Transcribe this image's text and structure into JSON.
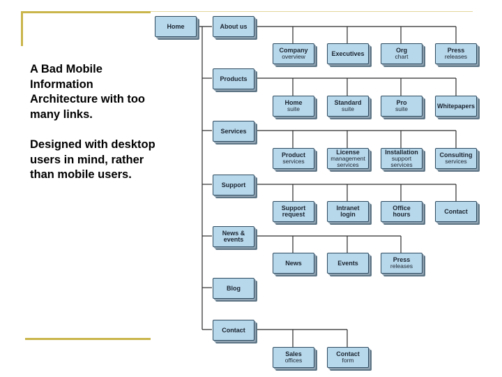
{
  "caption": {
    "heading": "A Bad Mobile\nInformation\nArchitecture with too\nmany links.",
    "body": "Designed with desktop\nusers in mind, rather\nthan mobile users."
  },
  "diagram": {
    "home": "Home",
    "sections": {
      "about": "About us",
      "products": "Products",
      "services": "Services",
      "support": "Support",
      "news": [
        "News &",
        "events"
      ],
      "blog": "Blog",
      "contact": "Contact"
    },
    "pages": {
      "about": [
        {
          "main": "Company",
          "sub": "overview"
        },
        {
          "main": "Executives",
          "sub": ""
        },
        {
          "main": "Org",
          "sub": "chart"
        },
        {
          "main": "Press",
          "sub": "releases"
        }
      ],
      "products": [
        {
          "main": "Home",
          "sub": "suite"
        },
        {
          "main": "Standard",
          "sub": "suite"
        },
        {
          "main": "Pro",
          "sub": "suite"
        },
        {
          "main": "Whitepapers",
          "sub": ""
        }
      ],
      "services": [
        {
          "main": "Product",
          "sub": "services"
        },
        {
          "main": "License",
          "sub": "management\nservices"
        },
        {
          "main": "Installation",
          "sub": "support\nservices"
        },
        {
          "main": "Consulting",
          "sub": "services"
        }
      ],
      "support": [
        {
          "main": "Support\nrequest",
          "sub": ""
        },
        {
          "main": "Intranet\nlogin",
          "sub": ""
        },
        {
          "main": "Office\nhours",
          "sub": ""
        },
        {
          "main": "Contact",
          "sub": ""
        }
      ],
      "news": [
        {
          "main": "News",
          "sub": ""
        },
        {
          "main": "Events",
          "sub": ""
        },
        {
          "main": "Press",
          "sub": "releases"
        }
      ],
      "contact": [
        {
          "main": "Sales",
          "sub": "offices"
        },
        {
          "main": "Contact",
          "sub": "form"
        }
      ]
    }
  }
}
